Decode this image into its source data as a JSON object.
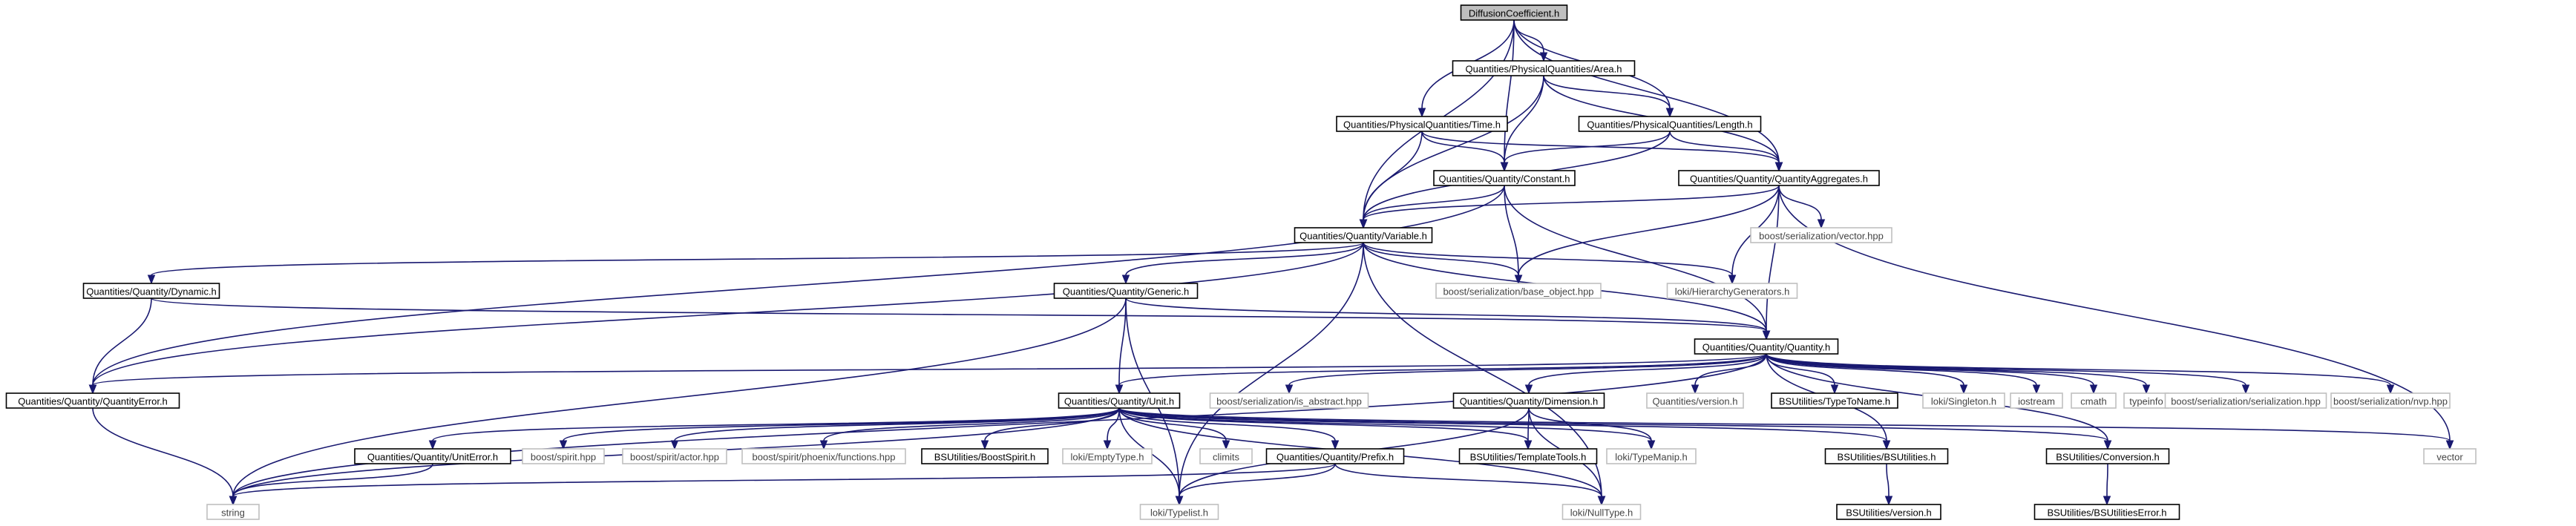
{
  "graph": {
    "colors": {
      "edge": "#191970",
      "root_fill": "#bfbfbf",
      "documented_border": "#000000",
      "external_border": "#bfbfbf"
    },
    "nodes": [
      {
        "id": "root",
        "label": "DiffusionCoefficient.h",
        "kind": "root"
      },
      {
        "id": "area",
        "label": "Quantities/PhysicalQuantities/Area.h",
        "kind": "doc"
      },
      {
        "id": "time",
        "label": "Quantities/PhysicalQuantities/Time.h",
        "kind": "doc"
      },
      {
        "id": "length",
        "label": "Quantities/PhysicalQuantities/Length.h",
        "kind": "doc"
      },
      {
        "id": "constant",
        "label": "Quantities/Quantity/Constant.h",
        "kind": "doc"
      },
      {
        "id": "aggregates",
        "label": "Quantities/Quantity/QuantityAggregates.h",
        "kind": "doc"
      },
      {
        "id": "variable",
        "label": "Quantities/Quantity/Variable.h",
        "kind": "doc"
      },
      {
        "id": "serialvector",
        "label": "boost/serialization/vector.hpp",
        "kind": "ext"
      },
      {
        "id": "dynamic",
        "label": "Quantities/Quantity/Dynamic.h",
        "kind": "doc"
      },
      {
        "id": "generic",
        "label": "Quantities/Quantity/Generic.h",
        "kind": "doc"
      },
      {
        "id": "baseobject",
        "label": "boost/serialization/base_object.hpp",
        "kind": "ext"
      },
      {
        "id": "hiergen",
        "label": "loki/HierarchyGenerators.h",
        "kind": "ext"
      },
      {
        "id": "quantity",
        "label": "Quantities/Quantity/Quantity.h",
        "kind": "doc"
      },
      {
        "id": "qerror",
        "label": "Quantities/Quantity/QuantityError.h",
        "kind": "doc"
      },
      {
        "id": "unit",
        "label": "Quantities/Quantity/Unit.h",
        "kind": "doc"
      },
      {
        "id": "isabstract",
        "label": "boost/serialization/is_abstract.hpp",
        "kind": "ext"
      },
      {
        "id": "dimension",
        "label": "Quantities/Quantity/Dimension.h",
        "kind": "doc"
      },
      {
        "id": "qversion",
        "label": "Quantities/version.h",
        "kind": "ext"
      },
      {
        "id": "typetoname",
        "label": "BSUtilities/TypeToName.h",
        "kind": "doc"
      },
      {
        "id": "singleton",
        "label": "loki/Singleton.h",
        "kind": "ext"
      },
      {
        "id": "iostream",
        "label": "iostream",
        "kind": "ext"
      },
      {
        "id": "cmath",
        "label": "cmath",
        "kind": "ext"
      },
      {
        "id": "typeinfo",
        "label": "typeinfo",
        "kind": "ext"
      },
      {
        "id": "serialization",
        "label": "boost/serialization/serialization.hpp",
        "kind": "ext"
      },
      {
        "id": "nvp",
        "label": "boost/serialization/nvp.hpp",
        "kind": "ext"
      },
      {
        "id": "uniterror",
        "label": "Quantities/Quantity/UnitError.h",
        "kind": "doc"
      },
      {
        "id": "spirit",
        "label": "boost/spirit.hpp",
        "kind": "ext"
      },
      {
        "id": "actor",
        "label": "boost/spirit/actor.hpp",
        "kind": "ext"
      },
      {
        "id": "phoenix",
        "label": "boost/spirit/phoenix/functions.hpp",
        "kind": "ext"
      },
      {
        "id": "boostspirit",
        "label": "BSUtilities/BoostSpirit.h",
        "kind": "doc"
      },
      {
        "id": "emptytype",
        "label": "loki/EmptyType.h",
        "kind": "ext"
      },
      {
        "id": "climits",
        "label": "climits",
        "kind": "ext"
      },
      {
        "id": "prefix",
        "label": "Quantities/Quantity/Prefix.h",
        "kind": "doc"
      },
      {
        "id": "templatetools",
        "label": "BSUtilities/TemplateTools.h",
        "kind": "doc"
      },
      {
        "id": "typemanip",
        "label": "loki/TypeManip.h",
        "kind": "ext"
      },
      {
        "id": "bsutilities",
        "label": "BSUtilities/BSUtilities.h",
        "kind": "doc"
      },
      {
        "id": "conversion",
        "label": "BSUtilities/Conversion.h",
        "kind": "doc"
      },
      {
        "id": "vector",
        "label": "vector",
        "kind": "ext"
      },
      {
        "id": "string",
        "label": "string",
        "kind": "ext"
      },
      {
        "id": "typelist",
        "label": "loki/Typelist.h",
        "kind": "ext"
      },
      {
        "id": "nulltype",
        "label": "loki/NullType.h",
        "kind": "ext"
      },
      {
        "id": "bsversion",
        "label": "BSUtilities/version.h",
        "kind": "doc"
      },
      {
        "id": "bserror",
        "label": "BSUtilities/BSUtilitiesError.h",
        "kind": "doc"
      }
    ],
    "edges": [
      [
        "root",
        "area"
      ],
      [
        "root",
        "time"
      ],
      [
        "root",
        "length"
      ],
      [
        "root",
        "constant"
      ],
      [
        "root",
        "aggregates"
      ],
      [
        "root",
        "variable"
      ],
      [
        "area",
        "length"
      ],
      [
        "area",
        "aggregates"
      ],
      [
        "area",
        "constant"
      ],
      [
        "area",
        "variable"
      ],
      [
        "time",
        "constant"
      ],
      [
        "time",
        "variable"
      ],
      [
        "time",
        "aggregates"
      ],
      [
        "length",
        "constant"
      ],
      [
        "length",
        "aggregates"
      ],
      [
        "length",
        "variable"
      ],
      [
        "constant",
        "variable"
      ],
      [
        "constant",
        "baseobject"
      ],
      [
        "constant",
        "quantity"
      ],
      [
        "constant",
        "qerror"
      ],
      [
        "aggregates",
        "variable"
      ],
      [
        "aggregates",
        "serialvector"
      ],
      [
        "aggregates",
        "baseobject"
      ],
      [
        "aggregates",
        "hiergen"
      ],
      [
        "aggregates",
        "quantity"
      ],
      [
        "aggregates",
        "vector"
      ],
      [
        "variable",
        "dynamic"
      ],
      [
        "variable",
        "generic"
      ],
      [
        "variable",
        "baseobject"
      ],
      [
        "variable",
        "hiergen"
      ],
      [
        "variable",
        "quantity"
      ],
      [
        "variable",
        "qerror"
      ],
      [
        "variable",
        "typelist"
      ],
      [
        "variable",
        "nulltype"
      ],
      [
        "dynamic",
        "qerror"
      ],
      [
        "dynamic",
        "quantity"
      ],
      [
        "generic",
        "quantity"
      ],
      [
        "generic",
        "unit"
      ],
      [
        "generic",
        "string"
      ],
      [
        "generic",
        "typelist"
      ],
      [
        "quantity",
        "qerror"
      ],
      [
        "quantity",
        "unit"
      ],
      [
        "quantity",
        "isabstract"
      ],
      [
        "quantity",
        "dimension"
      ],
      [
        "quantity",
        "qversion"
      ],
      [
        "quantity",
        "typetoname"
      ],
      [
        "quantity",
        "singleton"
      ],
      [
        "quantity",
        "iostream"
      ],
      [
        "quantity",
        "cmath"
      ],
      [
        "quantity",
        "typeinfo"
      ],
      [
        "quantity",
        "serialization"
      ],
      [
        "quantity",
        "nvp"
      ],
      [
        "quantity",
        "bsutilities"
      ],
      [
        "quantity",
        "conversion"
      ],
      [
        "quantity",
        "string"
      ],
      [
        "qerror",
        "string"
      ],
      [
        "unit",
        "uniterror"
      ],
      [
        "unit",
        "spirit"
      ],
      [
        "unit",
        "actor"
      ],
      [
        "unit",
        "phoenix"
      ],
      [
        "unit",
        "boostspirit"
      ],
      [
        "unit",
        "emptytype"
      ],
      [
        "unit",
        "climits"
      ],
      [
        "unit",
        "prefix"
      ],
      [
        "unit",
        "templatetools"
      ],
      [
        "unit",
        "typemanip"
      ],
      [
        "unit",
        "bsutilities"
      ],
      [
        "unit",
        "conversion"
      ],
      [
        "unit",
        "vector"
      ],
      [
        "unit",
        "string"
      ],
      [
        "unit",
        "typelist"
      ],
      [
        "unit",
        "nulltype"
      ],
      [
        "dimension",
        "templatetools"
      ],
      [
        "dimension",
        "typemanip"
      ],
      [
        "dimension",
        "typelist"
      ],
      [
        "dimension",
        "nulltype"
      ],
      [
        "uniterror",
        "string"
      ],
      [
        "prefix",
        "string"
      ],
      [
        "prefix",
        "typelist"
      ],
      [
        "prefix",
        "nulltype"
      ],
      [
        "bsutilities",
        "bsversion"
      ],
      [
        "conversion",
        "bserror"
      ]
    ]
  }
}
